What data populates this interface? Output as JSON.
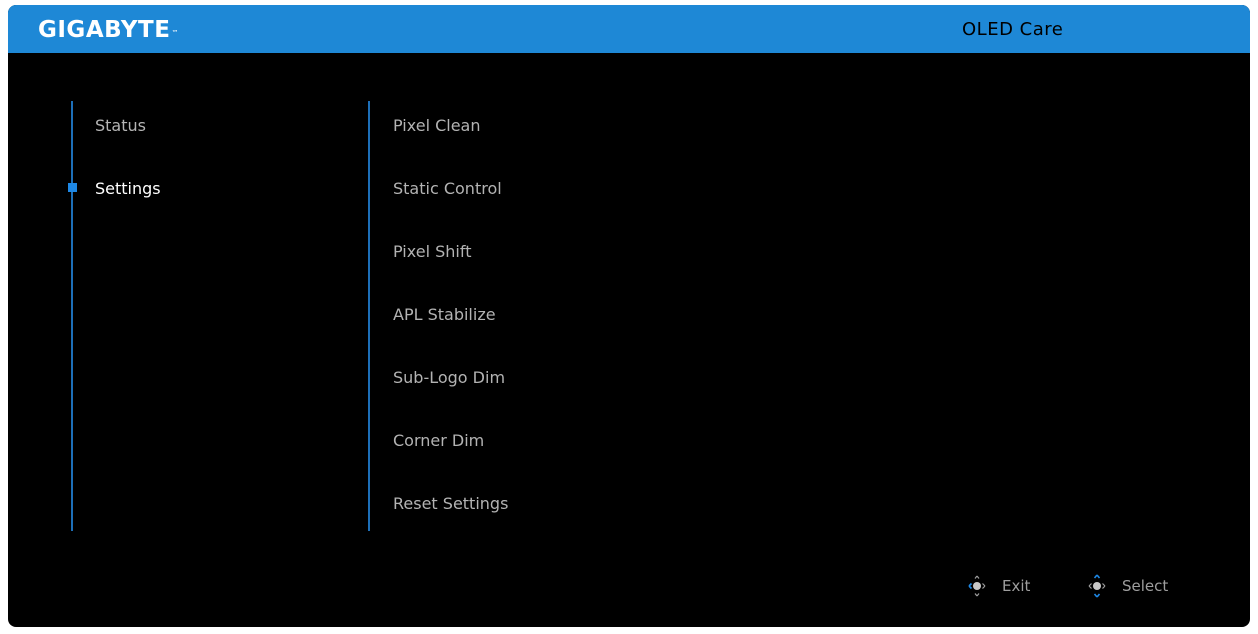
{
  "header": {
    "brand": "GIGABYTE",
    "brand_tm": "™",
    "title": "OLED Care"
  },
  "left_menu": {
    "items": [
      {
        "label": "Status",
        "active": false
      },
      {
        "label": "Settings",
        "active": true
      }
    ]
  },
  "sub_menu": {
    "items": [
      {
        "label": "Pixel Clean"
      },
      {
        "label": "Static Control"
      },
      {
        "label": "Pixel Shift"
      },
      {
        "label": "APL Stabilize"
      },
      {
        "label": "Sub-Logo Dim"
      },
      {
        "label": "Corner Dim"
      },
      {
        "label": "Reset Settings"
      }
    ]
  },
  "footer": {
    "exit_label": "Exit",
    "select_label": "Select",
    "exit_icon": "joystick-left-icon",
    "select_icon": "joystick-up-down-icon"
  },
  "colors": {
    "header_bg": "#1e88d6",
    "accent": "#1e88e5",
    "panel_bg": "#000000"
  }
}
